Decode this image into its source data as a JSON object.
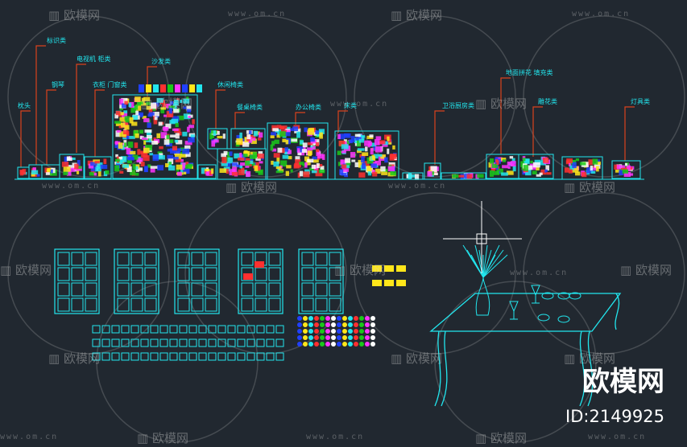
{
  "canvas": {
    "background": "#212830",
    "line_color": "#22e6ee",
    "leader_color": "#d9421c"
  },
  "labels": [
    {
      "id": "l1",
      "text": "标识类"
    },
    {
      "id": "l2",
      "text": "电视机 柜类"
    },
    {
      "id": "l3",
      "text": "沙发类"
    },
    {
      "id": "l4",
      "text": "钢琴"
    },
    {
      "id": "l5",
      "text": "衣柜 门窗类"
    },
    {
      "id": "l6",
      "text": "休闲椅类"
    },
    {
      "id": "l7",
      "text": "枕头"
    },
    {
      "id": "l8",
      "text": "餐桌椅类"
    },
    {
      "id": "l9",
      "text": "办公椅类"
    },
    {
      "id": "l10",
      "text": "床类"
    },
    {
      "id": "l11",
      "text": "卫浴厨房类"
    },
    {
      "id": "l12",
      "text": "地面拼花 填充类"
    },
    {
      "id": "l13",
      "text": "雕花类"
    },
    {
      "id": "l14",
      "text": "灯具类"
    }
  ],
  "watermark": {
    "site": "www.om.cn",
    "brand": "欧模网"
  },
  "brand_badge": {
    "name": "欧模网",
    "id": "ID:2149925"
  }
}
